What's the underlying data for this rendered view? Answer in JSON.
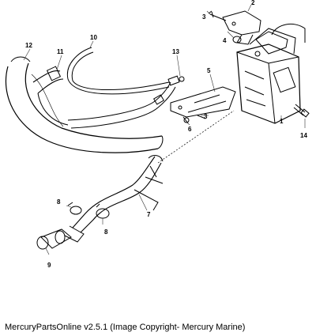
{
  "caption": "MercuryPartsOnline v2.5.1 (Image Copyright- Mercury Marine)",
  "callouts": {
    "c1": "1",
    "c2": "2",
    "c3a": "3",
    "c3b": "3",
    "c4": "4",
    "c5": "5",
    "c6": "6",
    "c7": "7",
    "c8a": "8",
    "c8b": "8",
    "c9": "9",
    "c10": "10",
    "c11": "11",
    "c12": "12",
    "c13": "13",
    "c14": "14"
  },
  "colors": {
    "line": "#000000",
    "leader": "#333333",
    "background": "#ffffff"
  }
}
